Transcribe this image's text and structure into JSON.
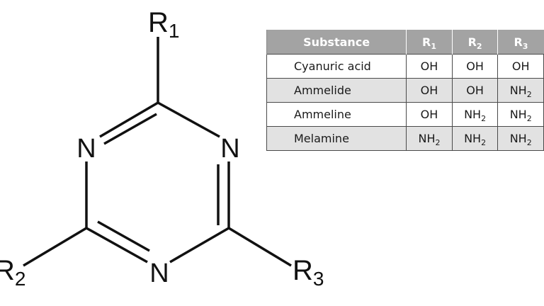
{
  "atoms": {
    "n_left": "N",
    "n_right": "N",
    "n_bottom": "N"
  },
  "substituents": {
    "r1": {
      "letter": "R",
      "index": "1"
    },
    "r2": {
      "letter": "R",
      "index": "2"
    },
    "r3": {
      "letter": "R",
      "index": "3"
    }
  },
  "table": {
    "header": {
      "substance": "Substance",
      "r1": {
        "letter": "R",
        "index": "1"
      },
      "r2": {
        "letter": "R",
        "index": "2"
      },
      "r3": {
        "letter": "R",
        "index": "3"
      }
    },
    "rows": [
      {
        "name": "Cyanuric acid",
        "r1": {
          "base": "OH",
          "sub": ""
        },
        "r2": {
          "base": "OH",
          "sub": ""
        },
        "r3": {
          "base": "OH",
          "sub": ""
        }
      },
      {
        "name": "Ammelide",
        "r1": {
          "base": "OH",
          "sub": ""
        },
        "r2": {
          "base": "OH",
          "sub": ""
        },
        "r3": {
          "base": "NH",
          "sub": "2"
        }
      },
      {
        "name": "Ammeline",
        "r1": {
          "base": "OH",
          "sub": ""
        },
        "r2": {
          "base": "NH",
          "sub": "2"
        },
        "r3": {
          "base": "NH",
          "sub": "2"
        }
      },
      {
        "name": "Melamine",
        "r1": {
          "base": "NH",
          "sub": "2"
        },
        "r2": {
          "base": "NH",
          "sub": "2"
        },
        "r3": {
          "base": "NH",
          "sub": "2"
        }
      }
    ]
  }
}
